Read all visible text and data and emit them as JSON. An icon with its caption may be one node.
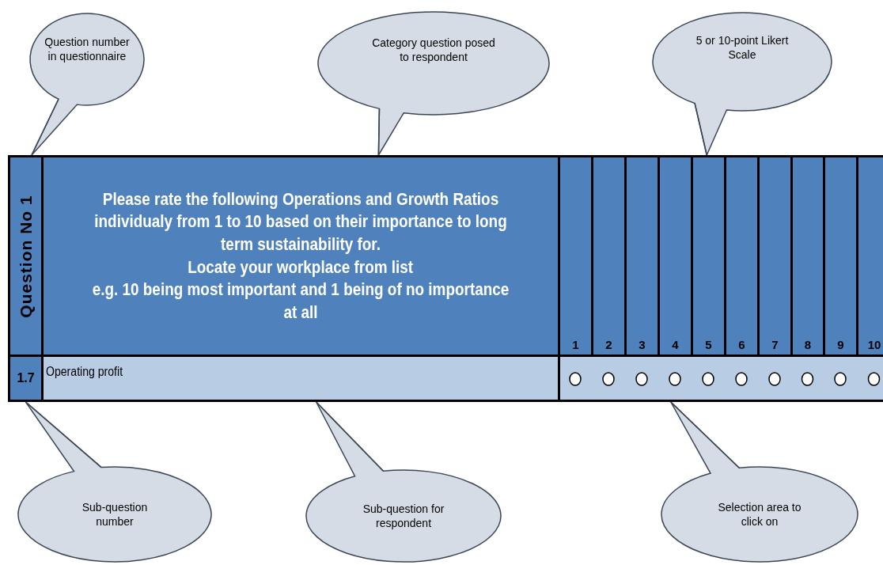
{
  "diagram": {
    "nodes": [
      {
        "text": [
          "Question number in questionnaire"
        ]
      },
      {
        "text": [
          "Category question posed to respondent"
        ]
      },
      {
        "text": [
          "5 or 10-point Likert Scale"
        ]
      },
      {
        "text": [
          "Question No 1"
        ]
      },
      {
        "text": [
          "Please rate the following Operations and Growth Ratios individualy from 1 to 10 based on their importance to long term sustainability for.",
          "Locate your workplace from list",
          "e.g. 10 being most important and 1 being of no importance at all"
        ]
      },
      {
        "text": [
          "1"
        ]
      },
      {
        "text": [
          "2"
        ]
      },
      {
        "text": [
          "3"
        ]
      },
      {
        "text": [
          "4"
        ]
      },
      {
        "text": [
          "5"
        ]
      },
      {
        "text": [
          "6"
        ]
      },
      {
        "text": [
          "7"
        ]
      },
      {
        "text": [
          "8"
        ]
      },
      {
        "text": [
          "9"
        ]
      },
      {
        "text": [
          "10"
        ]
      },
      {
        "text": [
          "1.7"
        ]
      },
      {
        "text": [
          "Operating profit"
        ]
      },
      {
        "text": [],
        "shape": "box"
      },
      {
        "text": [
          "Sub-question number"
        ]
      },
      {
        "text": [
          "Sub-question for respondent"
        ]
      },
      {
        "text": [
          "Selection area to click on"
        ]
      }
    ],
    "edges": [
      {
        "from": 0,
        "to": 3,
        "arrow": "none"
      },
      {
        "from": 1,
        "to": 4,
        "arrow": "none"
      },
      {
        "from": 2,
        "to": 9,
        "arrow": "none"
      },
      {
        "from": 18,
        "to": 15,
        "arrow": "none"
      },
      {
        "from": 19,
        "to": 16,
        "arrow": "none"
      },
      {
        "from": 20,
        "to": 17,
        "arrow": "none"
      }
    ]
  }
}
